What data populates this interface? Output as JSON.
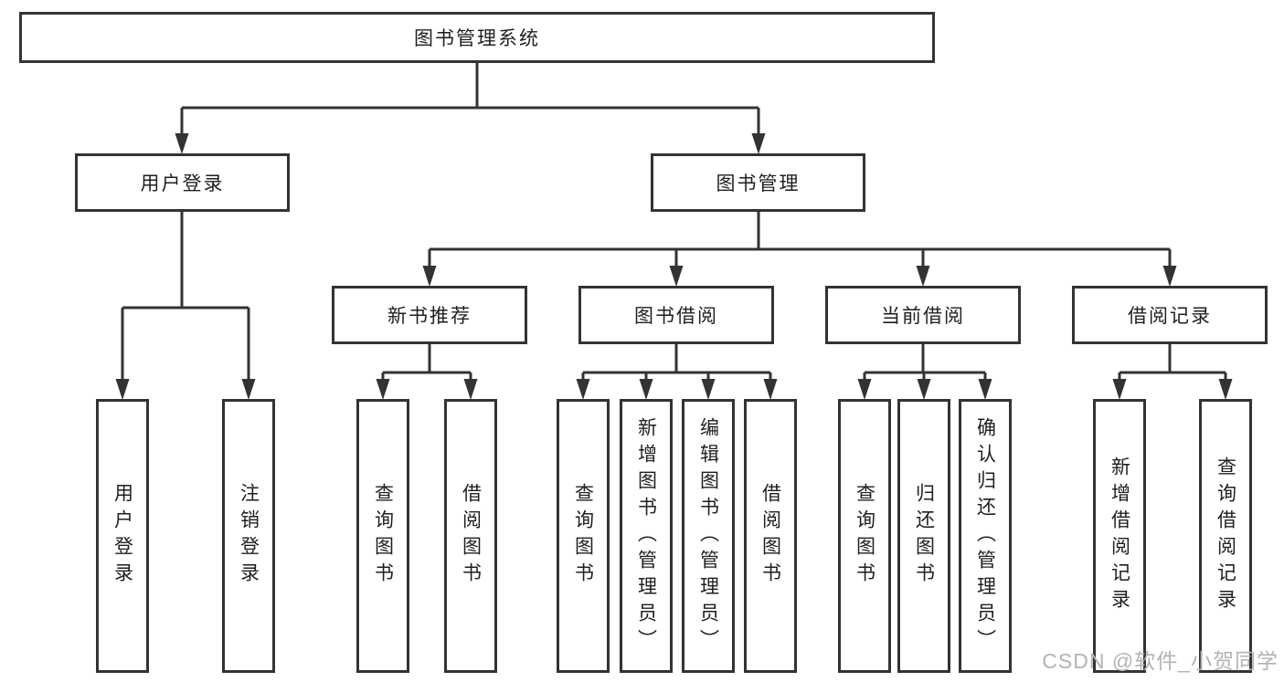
{
  "title": "图书管理系统",
  "watermark": "CSDN @软件_小贺同学",
  "colors": {
    "line": "#333333",
    "text": "#1f1f1f",
    "watermark": "#b3b3b3",
    "background": "#ffffff",
    "box_fill": "#ffffff"
  },
  "nodes": {
    "root": {
      "label": "图书管理系统",
      "level": 1
    },
    "user_login": {
      "label": "用户登录",
      "level": 2
    },
    "book_management": {
      "label": "图书管理",
      "level": 2
    },
    "new_book_recommend": {
      "label": "新书推荐",
      "level": 3
    },
    "book_borrowing": {
      "label": "图书借阅",
      "level": 3
    },
    "current_borrowing": {
      "label": "当前借阅",
      "level": 3
    },
    "borrowing_records": {
      "label": "借阅记录",
      "level": 3
    },
    "login_leaf": {
      "label": "用户登录",
      "level": 4
    },
    "logout_leaf": {
      "label": "注销登录",
      "level": 4
    },
    "recommend_query_books": {
      "label": "查询图书",
      "level": 4
    },
    "recommend_borrow_books": {
      "label": "借阅图书",
      "level": 4
    },
    "borrowing_query_books": {
      "label": "查询图书",
      "level": 4
    },
    "borrowing_add_books": {
      "label": "新增图书（管理员）",
      "level": 4
    },
    "borrowing_edit_books": {
      "label": "编辑图书（管理员）",
      "level": 4
    },
    "borrowing_borrow_books": {
      "label": "借阅图书",
      "level": 4
    },
    "current_query_books": {
      "label": "查询图书",
      "level": 4
    },
    "current_return_books": {
      "label": "归还图书",
      "level": 4
    },
    "current_confirm_return": {
      "label": "确认归还（管理员）",
      "level": 4
    },
    "records_add_record": {
      "label": "新增借阅记录",
      "level": 4
    },
    "records_query_record": {
      "label": "查询借阅记录",
      "level": 4
    }
  },
  "edges": [
    [
      "root",
      "user_login"
    ],
    [
      "root",
      "book_management"
    ],
    [
      "user_login",
      "login_leaf"
    ],
    [
      "user_login",
      "logout_leaf"
    ],
    [
      "book_management",
      "new_book_recommend"
    ],
    [
      "book_management",
      "book_borrowing"
    ],
    [
      "book_management",
      "current_borrowing"
    ],
    [
      "book_management",
      "borrowing_records"
    ],
    [
      "new_book_recommend",
      "recommend_query_books"
    ],
    [
      "new_book_recommend",
      "recommend_borrow_books"
    ],
    [
      "book_borrowing",
      "borrowing_query_books"
    ],
    [
      "book_borrowing",
      "borrowing_add_books"
    ],
    [
      "book_borrowing",
      "borrowing_edit_books"
    ],
    [
      "book_borrowing",
      "borrowing_borrow_books"
    ],
    [
      "current_borrowing",
      "current_query_books"
    ],
    [
      "current_borrowing",
      "current_return_books"
    ],
    [
      "current_borrowing",
      "current_confirm_return"
    ],
    [
      "borrowing_records",
      "records_add_record"
    ],
    [
      "borrowing_records",
      "records_query_record"
    ]
  ]
}
